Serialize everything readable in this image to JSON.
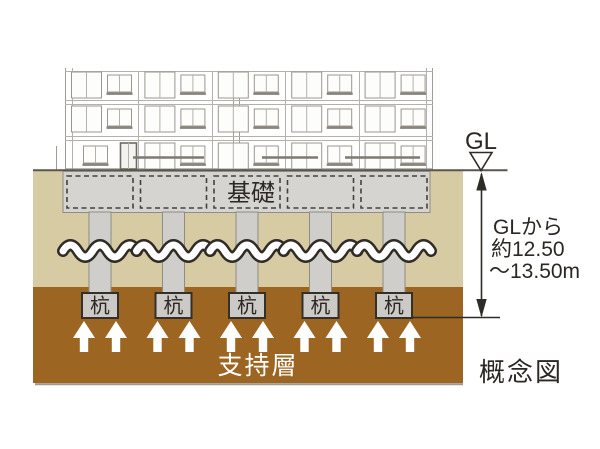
{
  "labels": {
    "gl": "GL",
    "foundation": "基礎",
    "pile": "杭",
    "support_layer": "支持層",
    "caption": "概念図",
    "depth_line1": "GLから",
    "depth_line2": "約12.50",
    "depth_line3": "〜13.50m"
  },
  "structure": {
    "pile_count": 5,
    "arrow_count": 10
  },
  "colors": {
    "upper_soil": "#d7cba3",
    "support_soil": "#9c6522",
    "concrete": "#d5d4d1",
    "pile_box": "#cbcac7",
    "outline": "#2f2b26",
    "arrow": "#ffffff",
    "background": "#ffffff"
  }
}
